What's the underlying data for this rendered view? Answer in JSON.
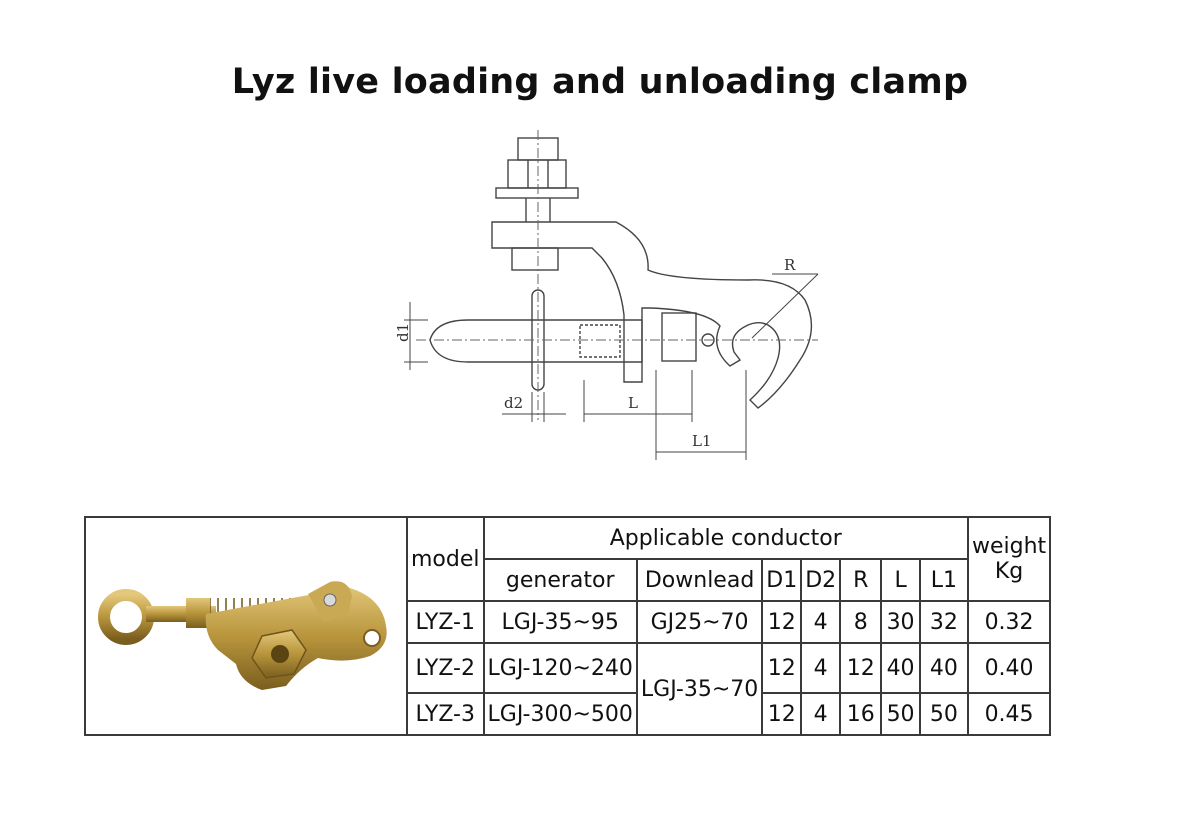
{
  "title": "Lyz live loading and unloading clamp",
  "drawing_labels": {
    "r": "R",
    "d1": "d1",
    "d2": "d2",
    "l": "L",
    "l1": "L1"
  },
  "table": {
    "headers": {
      "model": "model",
      "applicable_conductor": "Applicable conductor",
      "generator": "generator",
      "downlead": "Downlead",
      "d1": "D1",
      "d2": "D2",
      "r": "R",
      "l": "L",
      "l1": "L1",
      "weight": "weight",
      "weight_unit": "Kg"
    },
    "rows": [
      {
        "model": "LYZ-1",
        "generator": "LGJ-35~95",
        "downlead": "GJ25~70",
        "d1": "12",
        "d2": "4",
        "r": "8",
        "l": "30",
        "l1": "32",
        "weight": "0.32"
      },
      {
        "model": "LYZ-2",
        "generator": "LGJ-120~240",
        "d1": "12",
        "d2": "4",
        "r": "12",
        "l": "40",
        "l1": "40",
        "weight": "0.40"
      },
      {
        "model": "LYZ-3",
        "generator": "LGJ-300~500",
        "d1": "12",
        "d2": "4",
        "r": "16",
        "l": "50",
        "l1": "50",
        "weight": "0.45"
      }
    ],
    "shared_downlead": "LGJ-35~70"
  },
  "colors": {
    "brass": "#b8953c",
    "line": "#444444"
  }
}
